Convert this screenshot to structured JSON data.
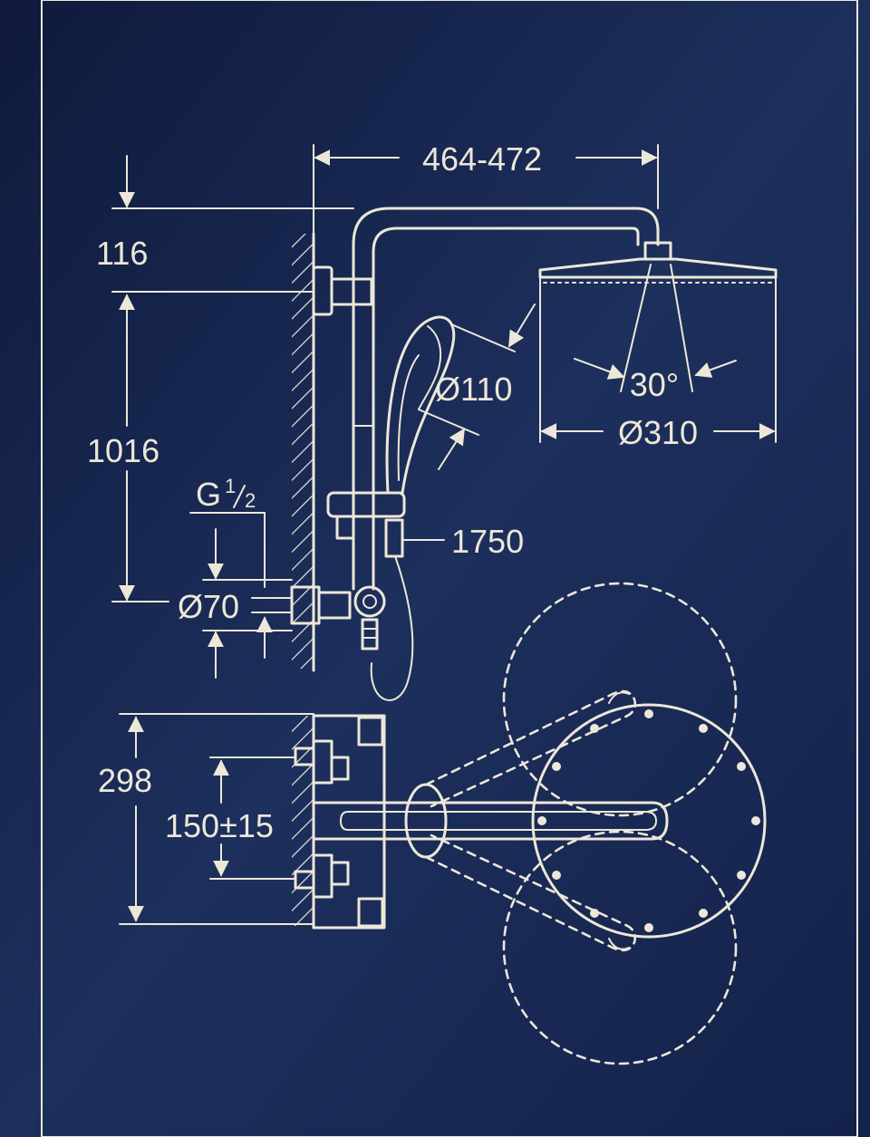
{
  "colors": {
    "background": "#1b2b55",
    "background_dark": "#0f1a3c",
    "line": "#ece7d8"
  },
  "dimensions": {
    "arm_length": "464-472",
    "top_offset": "116",
    "rail_height": "1016",
    "thread_letter": "G",
    "thread_num": "1",
    "thread_den": "2",
    "escutcheon_diameter": "Ø70",
    "hand_shower_diameter": "Ø110",
    "spray_angle": "30°",
    "head_shower_diameter": "Ø310",
    "hose_length": "1750",
    "plan_depth": "298",
    "inlet_spacing": "150±15"
  }
}
